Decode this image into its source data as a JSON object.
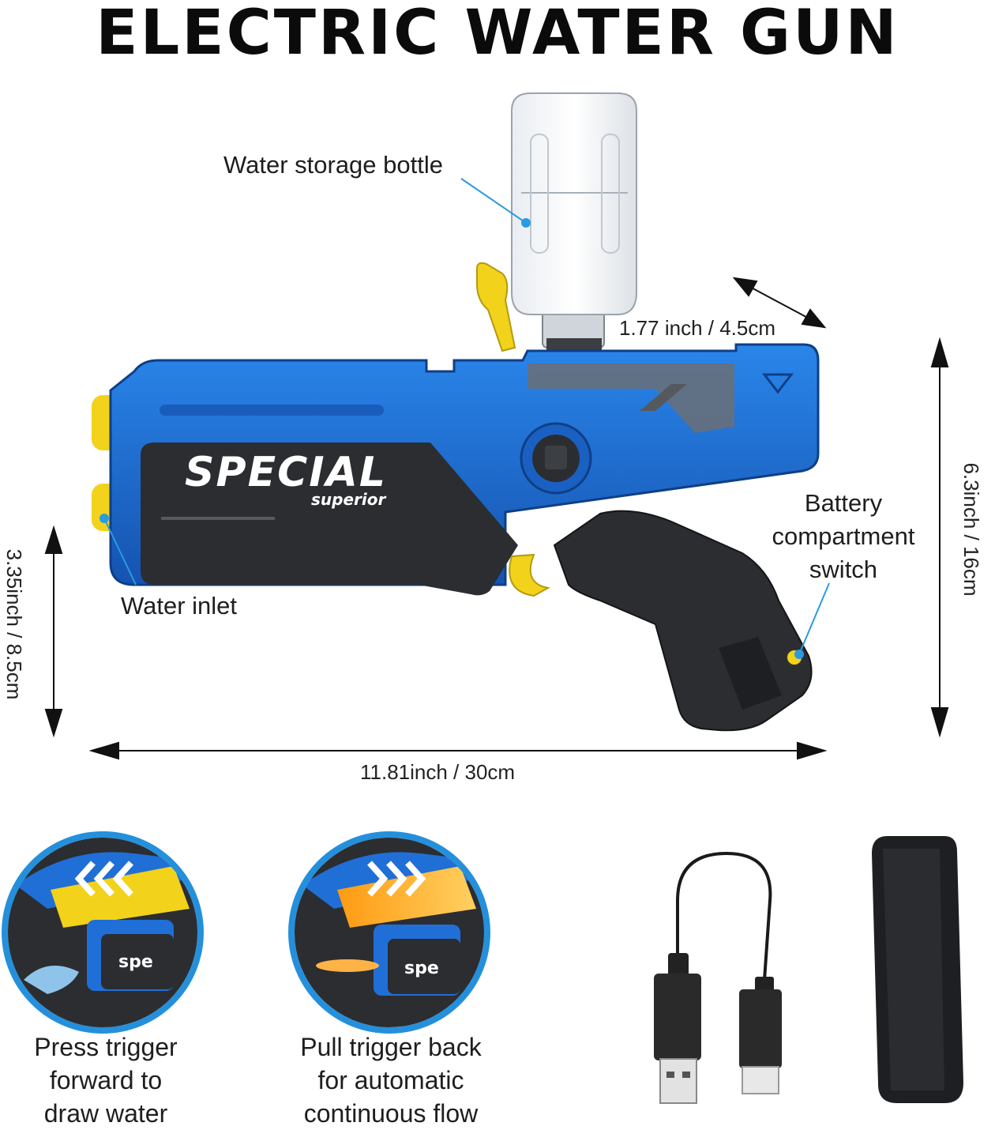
{
  "title": "ELECTRIC WATER GUN",
  "product": {
    "brand": "SPECIAL",
    "subbrand": "superior"
  },
  "labels": {
    "bottle": "Water storage bottle",
    "inlet": "Water inlet",
    "battery_line1": "Battery",
    "battery_line2": "compartment",
    "battery_line3": "switch"
  },
  "dimensions": {
    "bottle_width": "1.77 inch / 4.5cm",
    "height": "6.3inch / 16cm",
    "grip_height": "3.35inch / 8.5cm",
    "length": "11.81inch / 30cm"
  },
  "modes": [
    {
      "line1": "Press trigger",
      "line2": "forward to",
      "line3": "draw water"
    },
    {
      "line1": "Pull trigger back",
      "line2": "for automatic",
      "line3": "continuous flow"
    }
  ],
  "colors": {
    "gun_blue": "#1f6fd6",
    "gun_black": "#2b2d31",
    "accent_yellow": "#f2d21b",
    "callout_blue": "#2a9be0",
    "ring_blue": "#2490dc"
  },
  "icons": [
    "up-down-arrow-icon",
    "left-right-arrow-icon",
    "chevron-left-icon",
    "chevron-right-icon"
  ]
}
